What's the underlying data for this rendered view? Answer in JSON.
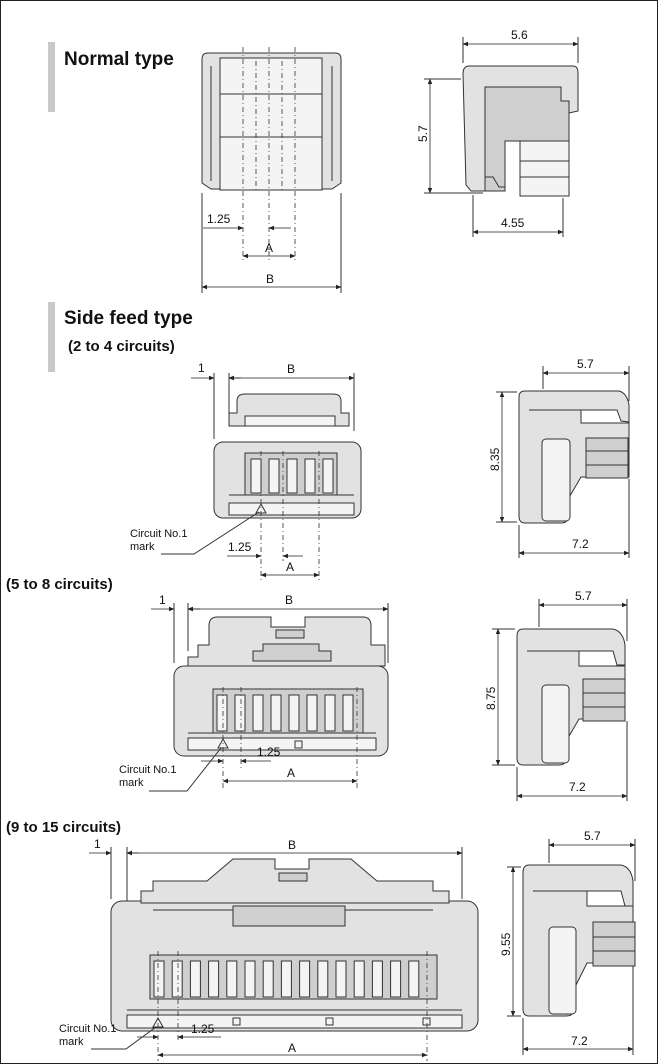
{
  "sections": {
    "normal": {
      "title": "Normal type",
      "front": {
        "pitch_label": "1.25",
        "a_label": "A",
        "b_label": "B"
      },
      "side": {
        "top_label": "5.6",
        "height_label": "5.7",
        "bottom_label": "4.55"
      }
    },
    "side_feed": {
      "title": "Side feed type",
      "groups": [
        {
          "subtitle": "(2 to 4 circuits)",
          "offset_label": "1",
          "b_label": "B",
          "pitch_label": "1.25",
          "a_label": "A",
          "circuit_mark_line1": "Circuit No.1",
          "circuit_mark_line2": "mark",
          "top_label": "5.7",
          "height_label": "8.35",
          "bottom_label": "7.2"
        },
        {
          "subtitle": "(5 to 8 circuits)",
          "offset_label": "1",
          "b_label": "B",
          "pitch_label": "1.25",
          "a_label": "A",
          "circuit_mark_line1": "Circuit No.1",
          "circuit_mark_line2": "mark",
          "top_label": "5.7",
          "height_label": "8.75",
          "bottom_label": "7.2"
        },
        {
          "subtitle": "(9 to 15 circuits)",
          "offset_label": "1",
          "b_label": "B",
          "pitch_label": "1.25",
          "a_label": "A",
          "circuit_mark_line1": "Circuit No.1",
          "circuit_mark_line2": "mark",
          "top_label": "5.7",
          "height_label": "9.55",
          "bottom_label": "7.2"
        }
      ]
    }
  }
}
